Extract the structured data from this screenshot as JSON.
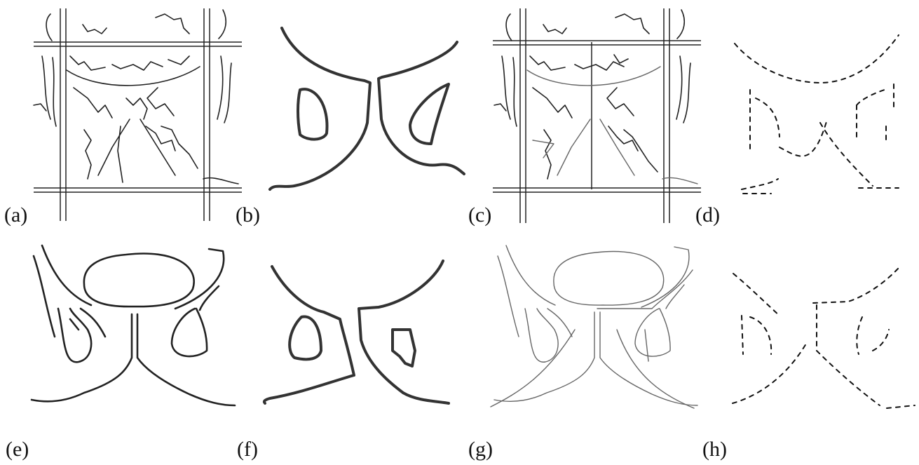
{
  "panels": [
    {
      "id": "a",
      "label": "(a)"
    },
    {
      "id": "b",
      "label": "(b)"
    },
    {
      "id": "c",
      "label": "(c)"
    },
    {
      "id": "d",
      "label": "(d)"
    },
    {
      "id": "e",
      "label": "(e)"
    },
    {
      "id": "f",
      "label": "(f)"
    },
    {
      "id": "g",
      "label": "(g)"
    },
    {
      "id": "h",
      "label": "(h)"
    }
  ]
}
